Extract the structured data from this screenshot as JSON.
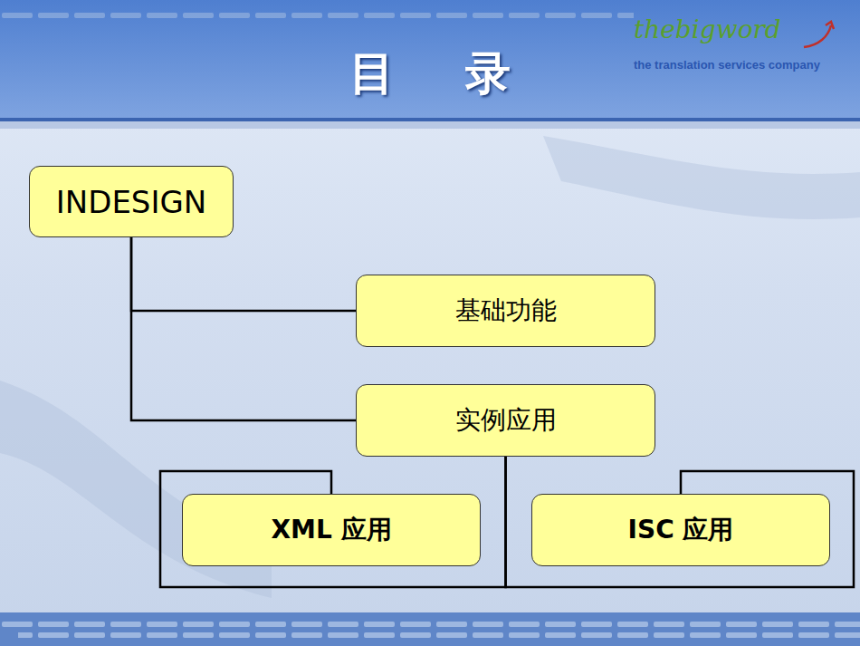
{
  "diagram": {
    "title": "目 录",
    "nodes": [
      {
        "text": [
          "INDESIGN"
        ]
      },
      {
        "text": [
          "基础功能"
        ]
      },
      {
        "text": [
          "实例应用"
        ]
      },
      {
        "text": [
          "XML 应用"
        ]
      },
      {
        "text": [
          "ISC 应用"
        ]
      }
    ],
    "edges": [
      {
        "from": 0,
        "to": 1,
        "arrow": "none"
      },
      {
        "from": 0,
        "to": 2,
        "arrow": "none"
      },
      {
        "from": 2,
        "to": 3,
        "arrow": "none"
      },
      {
        "from": 2,
        "to": 4,
        "arrow": "none"
      }
    ],
    "labels": [
      "thebigword",
      "the translation services company"
    ]
  }
}
